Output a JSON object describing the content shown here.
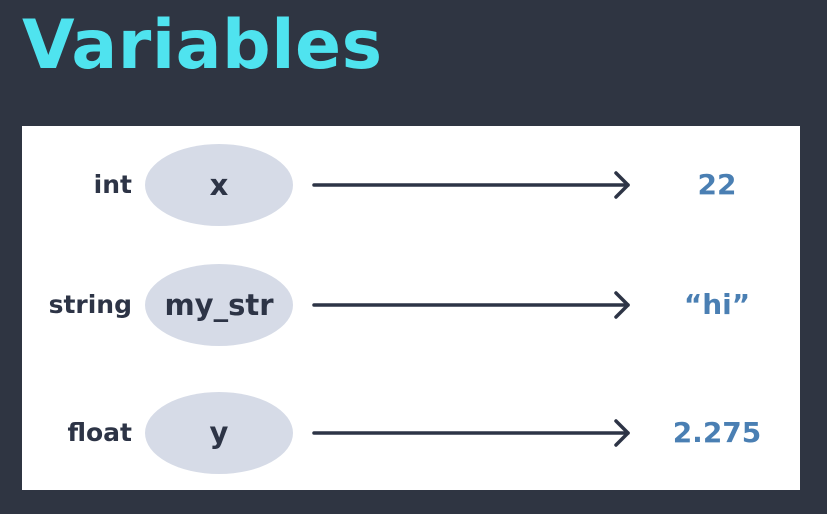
{
  "title": "Variables",
  "colors": {
    "background": "#2f3542",
    "title": "#4fe3ef",
    "panel": "#ffffff",
    "oval": "#d6dbe7",
    "label": "#2d3446",
    "value": "#4a7fb3",
    "arrow": "#2d3446"
  },
  "rows": [
    {
      "type": "int",
      "name": "x",
      "value": "22"
    },
    {
      "type": "string",
      "name": "my_str",
      "value": "“hi”"
    },
    {
      "type": "float",
      "name": "y",
      "value": "2.275"
    }
  ]
}
